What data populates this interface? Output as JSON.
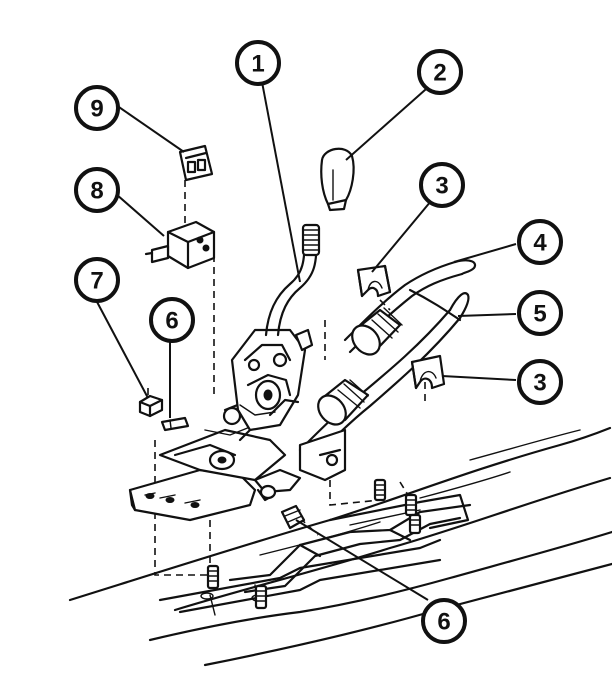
{
  "callouts": [
    {
      "id": "c1",
      "label": "1"
    },
    {
      "id": "c2",
      "label": "2"
    },
    {
      "id": "c3a",
      "label": "3"
    },
    {
      "id": "c4",
      "label": "4"
    },
    {
      "id": "c5",
      "label": "5"
    },
    {
      "id": "c3b",
      "label": "3"
    },
    {
      "id": "c6a",
      "label": "6"
    },
    {
      "id": "c7",
      "label": "7"
    },
    {
      "id": "c8",
      "label": "8"
    },
    {
      "id": "c9",
      "label": "9"
    },
    {
      "id": "c6b",
      "label": "6"
    }
  ],
  "colors": {
    "ink": "#111111",
    "paper": "#ffffff"
  }
}
